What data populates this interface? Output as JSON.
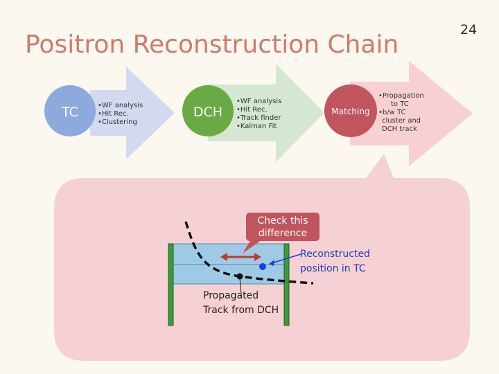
{
  "slide": {
    "title": "Positron Reconstruction Chain",
    "page_number": "24"
  },
  "chain": {
    "tc": {
      "label": "TC",
      "steps": [
        "•WF analysis",
        "•Hit Rec.",
        "•Clustering"
      ]
    },
    "dch": {
      "label": "DCH",
      "steps": [
        "•WF analysis",
        "•Hit Rec.",
        "•Track finder",
        "•Kalman Fit"
      ]
    },
    "matching": {
      "label": "Matching",
      "steps": [
        "•Propagation",
        "to TC",
        "•b/w TC",
        "cluster and",
        "DCH track"
      ]
    }
  },
  "detail": {
    "callout_line1": "Check this",
    "callout_line2": "difference",
    "reco_line1": "Reconstructed",
    "reco_line2": "position in TC",
    "prop_line1": "Propagated",
    "prop_line2": "Track from DCH"
  },
  "colors": {
    "title": "#d07a6a",
    "tc_arrow": "#d3d9ee",
    "tc_circle": "#8ea9db",
    "dch_arrow": "#d5e6d2",
    "dch_circle": "#6aaa44",
    "match_arrow": "#f7d0d3",
    "match_circle": "#c0555d",
    "panel": "#f5d1d4",
    "callout": "#c0555d",
    "detector": "#9fcae6",
    "bar": "#3c9a3c"
  }
}
